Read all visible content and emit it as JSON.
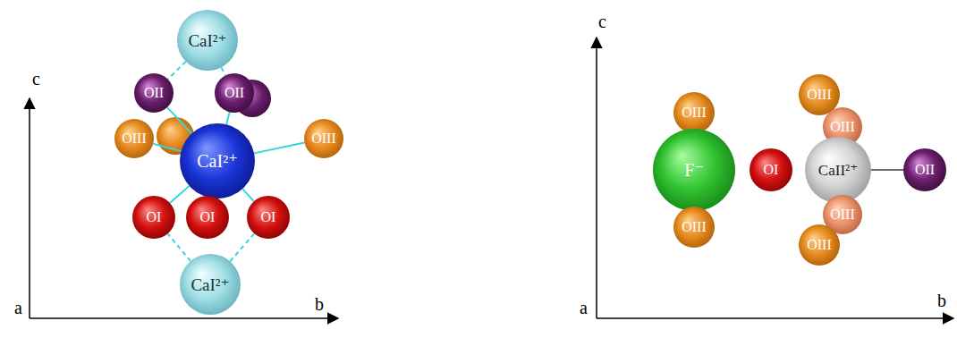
{
  "diagram": {
    "nodes": [
      {
        "text": [
          "CaI²⁺"
        ]
      },
      {
        "text": [
          "OII"
        ]
      },
      {
        "text": [
          "OII"
        ]
      },
      {
        "text": [
          "OIII"
        ]
      },
      {
        "text": [
          "CaI²⁺"
        ]
      },
      {
        "text": [
          "OIII"
        ]
      },
      {
        "text": [
          "OI"
        ]
      },
      {
        "text": [
          "OI"
        ]
      },
      {
        "text": [
          "OI"
        ]
      },
      {
        "text": [
          "CaI²⁺"
        ]
      },
      {
        "text": [
          "OIII"
        ]
      },
      {
        "text": [
          "OIII"
        ]
      },
      {
        "text": [
          "OIII"
        ]
      },
      {
        "text": [
          "F⁻"
        ]
      },
      {
        "text": [
          "OI"
        ]
      },
      {
        "text": [
          "CaII²⁺"
        ]
      },
      {
        "text": [
          "OII"
        ]
      },
      {
        "text": [
          "OIII"
        ]
      },
      {
        "text": [
          "OIII"
        ]
      },
      {
        "text": [
          "OIII"
        ]
      }
    ],
    "edges": [
      {
        "from": 0,
        "to": 1,
        "arrow": "none"
      },
      {
        "from": 0,
        "to": 2,
        "arrow": "none"
      },
      {
        "from": 4,
        "to": 1,
        "arrow": "none"
      },
      {
        "from": 4,
        "to": 2,
        "arrow": "none"
      },
      {
        "from": 4,
        "to": 3,
        "arrow": "none"
      },
      {
        "from": 4,
        "to": 5,
        "arrow": "none"
      },
      {
        "from": 4,
        "to": 6,
        "arrow": "none"
      },
      {
        "from": 4,
        "to": 7,
        "arrow": "none"
      },
      {
        "from": 4,
        "to": 8,
        "arrow": "none"
      },
      {
        "from": 9,
        "to": 6,
        "arrow": "none"
      },
      {
        "from": 9,
        "to": 8,
        "arrow": "none"
      },
      {
        "from": 15,
        "to": 16,
        "arrow": "none"
      },
      {
        "from": 13,
        "to": 10,
        "arrow": "none"
      },
      {
        "from": 13,
        "to": 19,
        "arrow": "none"
      }
    ],
    "labels": [
      "c",
      "a",
      "b",
      "c",
      "a",
      "b"
    ]
  }
}
